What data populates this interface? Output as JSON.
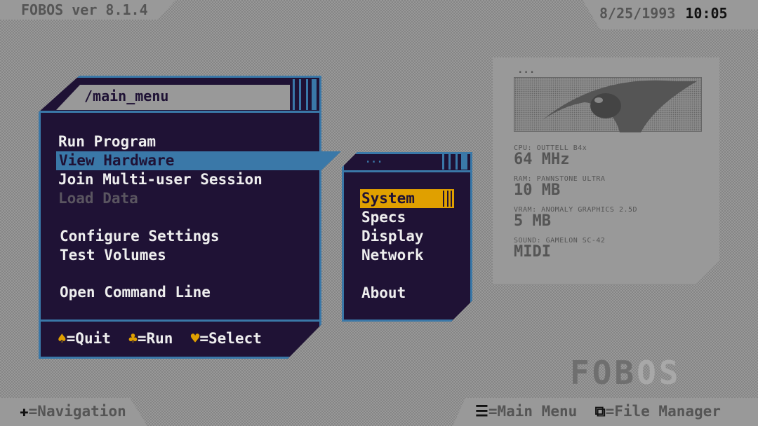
{
  "header": {
    "title": "FOBOS ver 8.1.4",
    "date": "8/25/1993",
    "time": "10:05"
  },
  "main_menu": {
    "path": "/main_menu",
    "items": [
      {
        "label": "Run Program"
      },
      {
        "label": "View Hardware",
        "selected": true
      },
      {
        "label": "Join Multi-user Session"
      },
      {
        "label": "Load Data",
        "disabled": true
      },
      {
        "label": "Configure Settings"
      },
      {
        "label": "Test Volumes"
      },
      {
        "label": "Open Command Line"
      }
    ],
    "footer": {
      "quit": "=Quit",
      "run": "=Run",
      "select": "=Select",
      "quit_icon": "spade-icon",
      "run_icon": "club-icon",
      "select_icon": "heart-icon"
    }
  },
  "submenu": {
    "title": "...",
    "items": [
      {
        "label": "System",
        "selected": true
      },
      {
        "label": "Specs"
      },
      {
        "label": "Display"
      },
      {
        "label": "Network"
      },
      {
        "label": "About"
      }
    ]
  },
  "hardware": {
    "title": "...",
    "specs": [
      {
        "label": "CPU: OUTTELL B4x",
        "value": "64 MHz"
      },
      {
        "label": "RAM: PAWNSTONE ULTRA",
        "value": "10 MB"
      },
      {
        "label": "VRAM: ANOMALY GRAPHICS 2.5D",
        "value": "5 MB"
      },
      {
        "label": "SOUND: GAMELON SC-42",
        "value": "MIDI"
      }
    ]
  },
  "logo": {
    "part1": "FOB",
    "part2": "OS"
  },
  "bottom": {
    "navigation": "=Navigation",
    "main_menu": "=Main Menu",
    "file_manager": "=File Manager"
  },
  "colors": {
    "panel": "#1f1235",
    "accent": "#3a78a8",
    "highlight": "#e0a000"
  }
}
